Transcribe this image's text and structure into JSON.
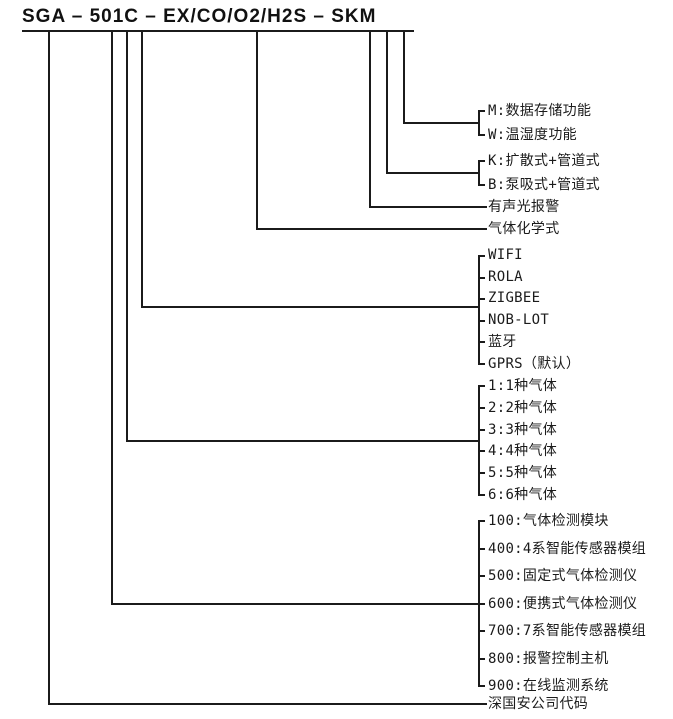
{
  "title": {
    "full": "SGA – 501C – EX/CO/O2/H2S – SKM",
    "segments": [
      "SGA",
      "501C",
      "EX/CO/O2/H2S",
      "SKM"
    ]
  },
  "colors": {
    "line": "#1b1b1b",
    "text": "#1b1b1b",
    "background": "#ffffff"
  },
  "groups": [
    {
      "id": "storage-function",
      "code": "M",
      "items": [
        "M:数据存储功能",
        "W:温湿度功能"
      ]
    },
    {
      "id": "sampling-mode",
      "code": "K",
      "items": [
        "K:扩散式+管道式",
        "B:泵吸式+管道式"
      ]
    },
    {
      "id": "alarm",
      "code": "S",
      "items": [
        "有声光报警"
      ]
    },
    {
      "id": "gas-formula",
      "code": "EX/CO/O2/H2S",
      "items": [
        "气体化学式"
      ]
    },
    {
      "id": "communication",
      "code": "C",
      "items": [
        "WIFI",
        "ROLA",
        "ZIGBEE",
        "NOB-LOT",
        "蓝牙",
        "GPRS（默认）"
      ]
    },
    {
      "id": "gas-count",
      "code": "1",
      "items": [
        "1:1种气体",
        "2:2种气体",
        "3:3种气体",
        "4:4种气体",
        "5:5种气体",
        "6:6种气体"
      ]
    },
    {
      "id": "product-series",
      "code": "5",
      "items": [
        "100:气体检测模块",
        "400:4系智能传感器模组",
        "500:固定式气体检测仪",
        "600:便携式气体检测仪",
        "700:7系智能传感器模组",
        "800:报警控制主机",
        "900:在线监测系统"
      ]
    },
    {
      "id": "company-code",
      "code": "SGA",
      "items": [
        "深国安公司代码"
      ]
    }
  ]
}
